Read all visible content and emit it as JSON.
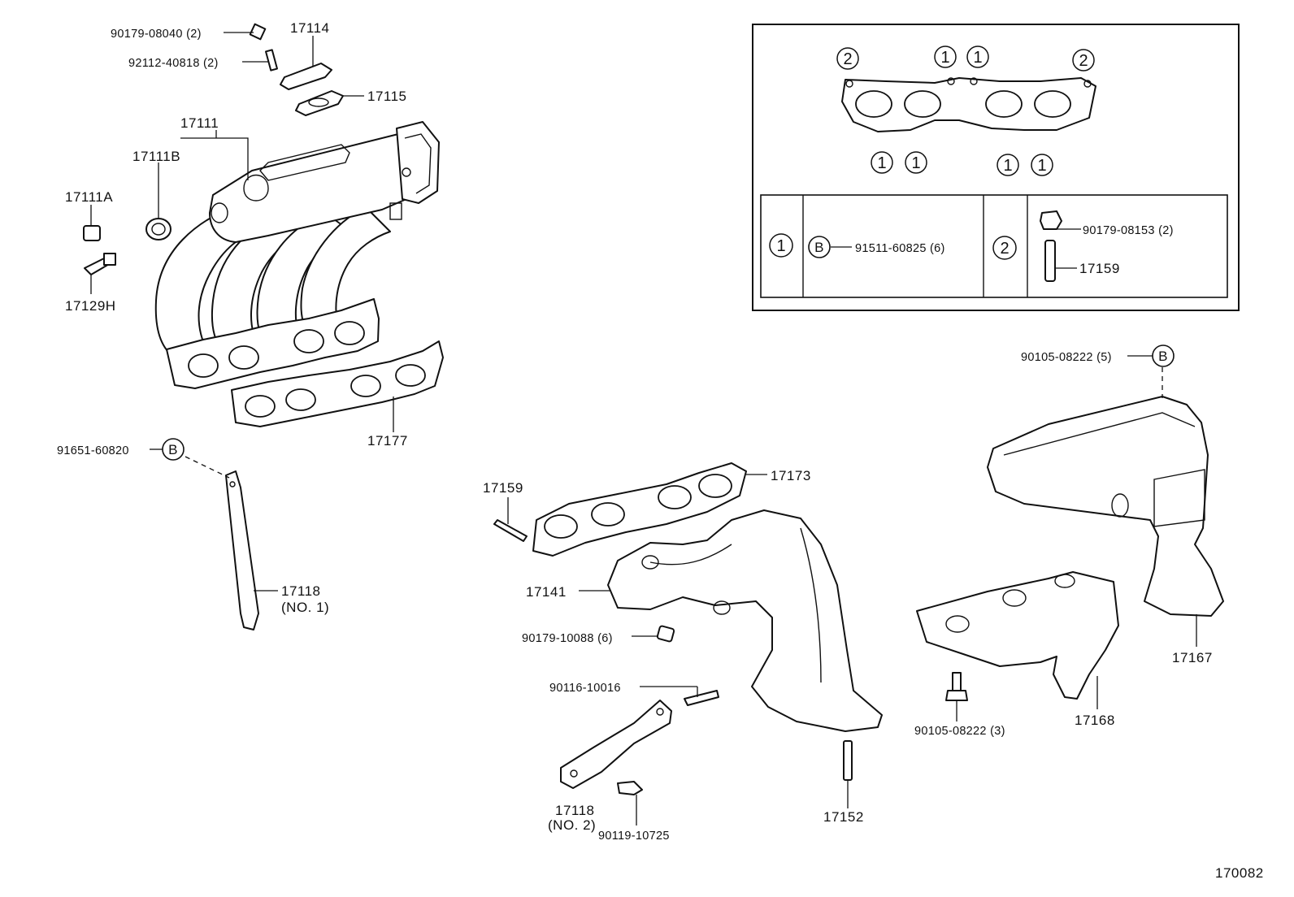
{
  "labels": {
    "p_90179_08040": "90179-08040 (2)",
    "p_17114": "17114",
    "p_92112_40818": "92112-40818 (2)",
    "p_17115": "17115",
    "p_17111": "17111",
    "p_17111B": "17111B",
    "p_17111A": "17111A",
    "p_17129H": "17129H",
    "p_17177": "17177",
    "p_91651_60820": "91651-60820",
    "p_17118_no1": "17118",
    "p_17118_no1_sub": "(NO. 1)",
    "p_17159_main": "17159",
    "p_17173": "17173",
    "p_17141": "17141",
    "p_90179_10088": "90179-10088 (6)",
    "p_90116_10016": "90116-10016",
    "p_17118_no2": "17118",
    "p_17118_no2_sub": "(NO. 2)",
    "p_90119_10725": "90119-10725",
    "p_17152": "17152",
    "p_90105_08222_5": "90105-08222 (5)",
    "p_17167": "17167",
    "p_17168": "17168",
    "p_90105_08222_3": "90105-08222 (3)",
    "figure_number": "170082"
  },
  "markers": {
    "b": "B",
    "one": "1",
    "two": "2"
  },
  "legend_table": {
    "row1_key": "1",
    "row1_part": "91511-60825 (6)",
    "row2_key": "2",
    "row2_part_a": "90179-08153 (2)",
    "row2_part_b": "17159"
  }
}
